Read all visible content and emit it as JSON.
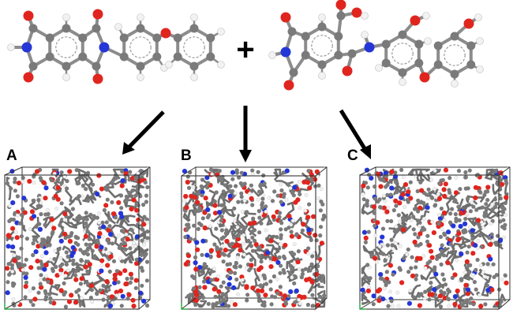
{
  "labels": {
    "a": "A",
    "b": "B",
    "c": "C",
    "plus": "+"
  },
  "atom_colors": {
    "carbon": "#7a7a7a",
    "oxygen": "#e0251f",
    "nitrogen": "#2436d6",
    "hydrogen": "#f2f2f2",
    "bond": "#8c8c8c"
  },
  "box_color": "#333333",
  "axis_marker_colors": {
    "x": "#e0251f",
    "y": "#e8e23a",
    "origin": "#2fb24a"
  }
}
